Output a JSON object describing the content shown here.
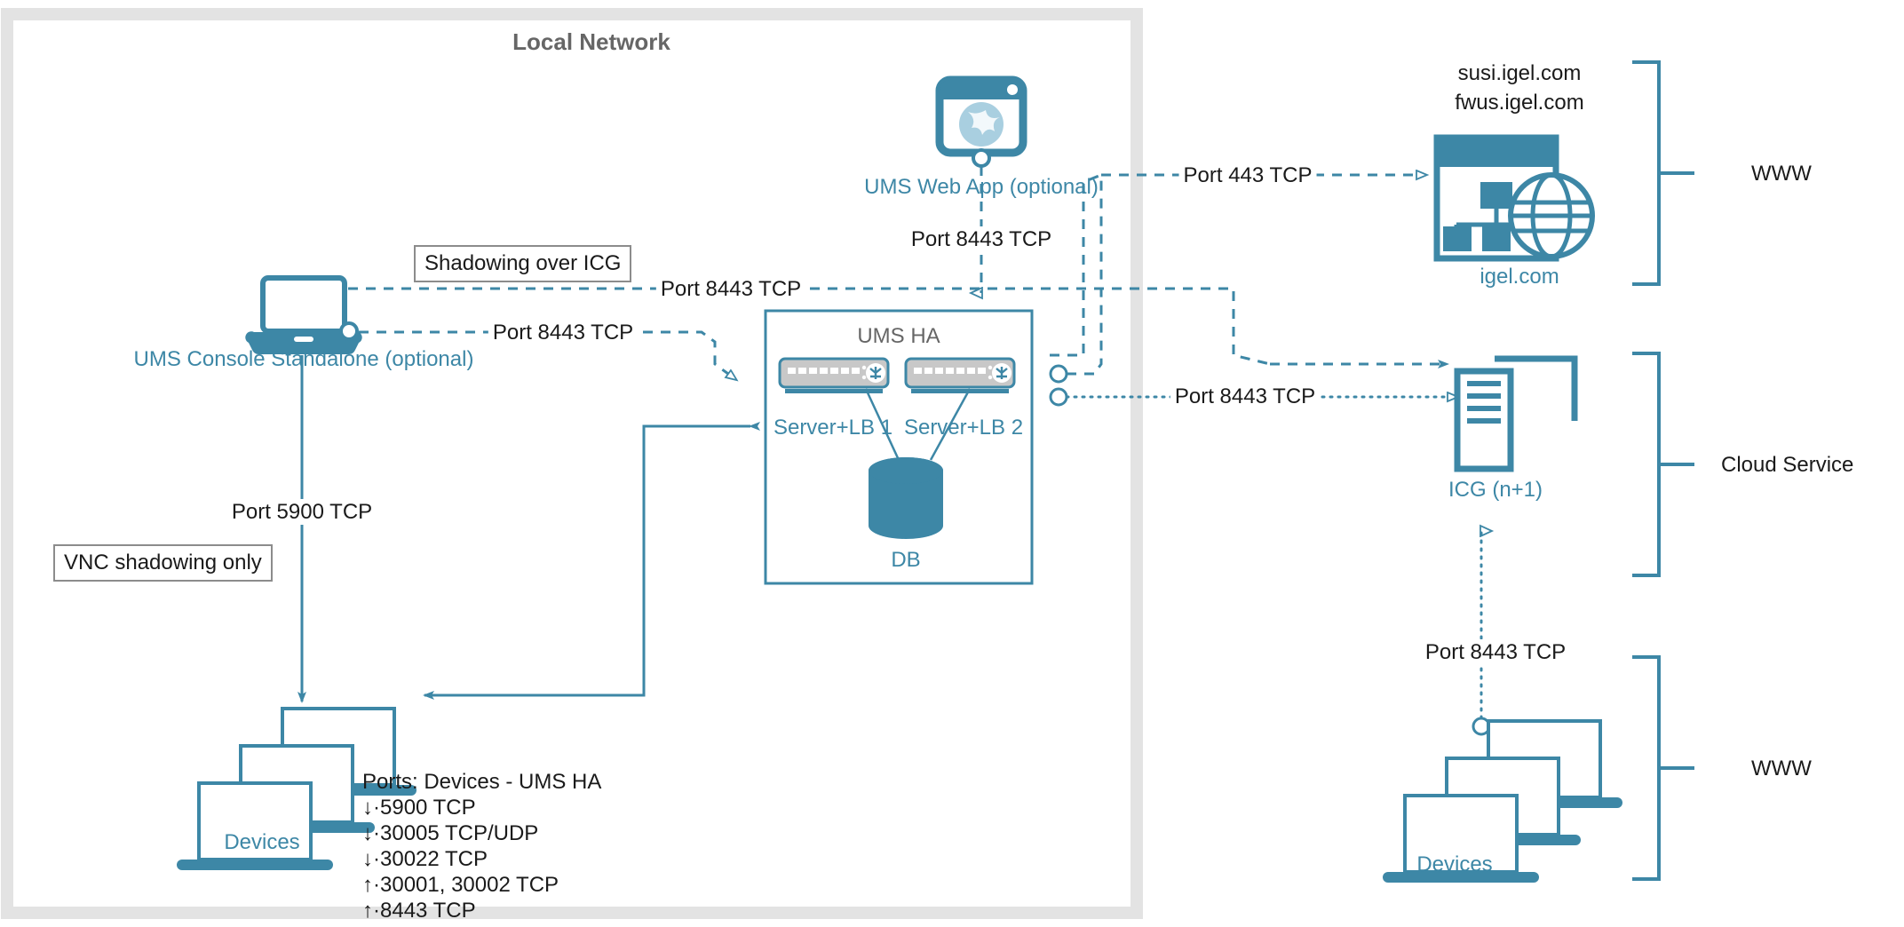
{
  "diagram": {
    "title": "IGEL UMS HA network ports diagram",
    "accent_color": "#3d87a6",
    "text_color": "#1a1a1a",
    "muted_color": "#666666",
    "zone_border_color": "#e3e3e3"
  },
  "zones": {
    "local_network": {
      "label": "Local Network"
    }
  },
  "nodes": {
    "ums_web_app": {
      "label": "UMS Web App (optional)",
      "icon": "browser-globe-icon"
    },
    "ums_console": {
      "label": "UMS Console Standalone (optional)",
      "icon": "laptop-icon"
    },
    "ums_ha": {
      "label": "UMS HA",
      "server1": "Server+LB 1",
      "server2": "Server+LB 2",
      "db": "DB",
      "server_icon": "switch-appliance-icon",
      "db_icon": "database-cylinder-icon"
    },
    "devices_left": {
      "label": "Devices",
      "icon": "laptop-stack-icon"
    },
    "devices_right": {
      "label": "Devices",
      "icon": "laptop-stack-icon"
    },
    "igel_com": {
      "label": "igel.com",
      "hosts": [
        "susi.igel.com",
        "fwus.igel.com"
      ],
      "icon": "website-globe-icon"
    },
    "icg": {
      "label": "ICG (n+1)",
      "icon": "server-tower-icon"
    }
  },
  "edge_labels": {
    "web_app_to_ha": "Port 8443 TCP",
    "web_app_to_igel": "Port 443 TCP",
    "console_shadow_icg": "Port 8443 TCP",
    "console_to_ha": "Port 8443 TCP",
    "ha_to_icg": "Port 8443 TCP",
    "console_to_devices": "Port 5900 TCP",
    "devices_to_icg": "Port 8443 TCP"
  },
  "callouts": {
    "shadowing_over_icg": "Shadowing over ICG",
    "vnc_shadowing_only": "VNC shadowing only"
  },
  "ports_note": {
    "title": "Ports: Devices - UMS HA",
    "lines": [
      "↓·5900 TCP",
      "↓·30005 TCP/UDP",
      "↓·30022 TCP",
      "↑·30001, 30002 TCP",
      "↑·8443 TCP"
    ]
  },
  "brackets": {
    "www_top": "WWW",
    "cloud_service": "Cloud Service",
    "www_bottom": "WWW"
  }
}
